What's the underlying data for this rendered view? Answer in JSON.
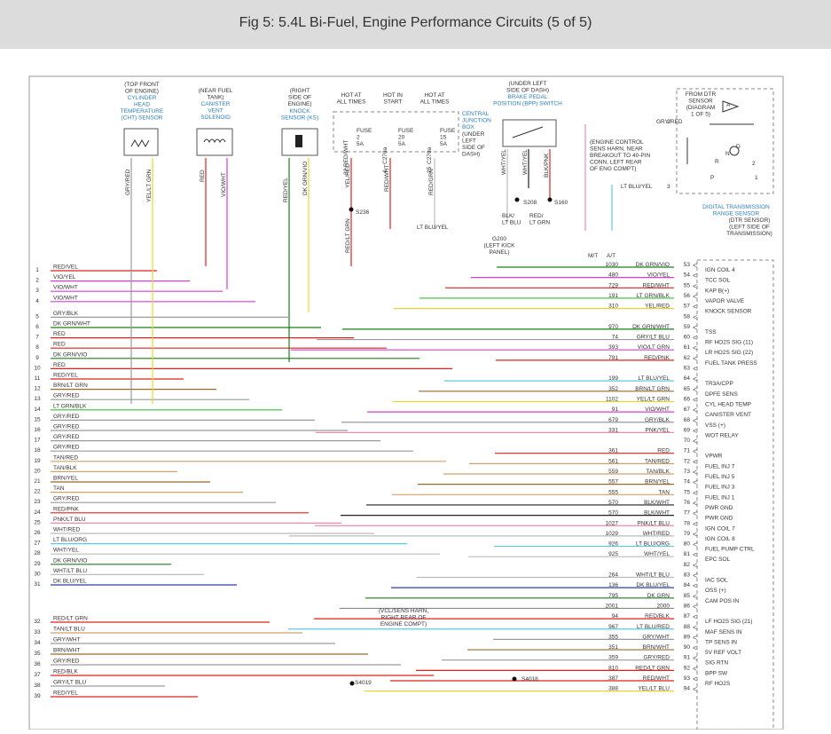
{
  "header": {
    "title": "Fig 5: 5.4L Bi-Fuel, Engine Performance Circuits (5 of 5)"
  },
  "components": {
    "cht": {
      "loc": [
        "(TOP FRONT",
        "OF ENGINE)"
      ],
      "name": [
        "CYLINDER",
        "HEAD",
        "TEMPERATURE",
        "(CHT) SENSOR"
      ]
    },
    "canister": {
      "loc": [
        "(NEAR FUEL",
        "TANK)"
      ],
      "name": [
        "CANISTER",
        "VENT",
        "SOLENOID"
      ]
    },
    "knock": {
      "loc": [
        "(RIGHT",
        "SIDE OF",
        "ENGINE)"
      ],
      "name": [
        "KNOCK",
        "SENSOR (KS)"
      ]
    },
    "hot1": [
      "HOT AT",
      "ALL TIMES"
    ],
    "hot2": [
      "HOT IN",
      "START"
    ],
    "hot3": [
      "HOT AT",
      "ALL TIMES"
    ],
    "fuse1": [
      "FUSE",
      "2",
      "5A"
    ],
    "fuse2": [
      "FUSE",
      "20",
      "5A"
    ],
    "fuse3": [
      "FUSE",
      "15",
      "5A"
    ],
    "cjb": {
      "name": [
        "CENTRAL",
        "JUNCTION",
        "BOX"
      ],
      "loc": [
        "(UNDER",
        "LEFT",
        "SIDE OF",
        "DASH)"
      ]
    },
    "bpp": {
      "loc": [
        "(UNDER LEFT",
        "SIDE OF DASH)"
      ],
      "name": [
        "BRAKE PEDAL",
        "POSITION (BPP) SWITCH"
      ]
    },
    "dtr_from": [
      "FROM DTR",
      "SENSOR",
      "(DIAGRAM",
      "1 OF 5)"
    ],
    "dtr": {
      "name": [
        "DIGITAL TRANSMISSION",
        "RANGE SENSOR"
      ],
      "loc": [
        "(DTR SENSOR)",
        "(LEFT SIDE OF",
        "TRANSMISSION)"
      ]
    },
    "ecs_note": [
      "(ENGINE CONTROL",
      "SENS HARN, NEAR",
      "BREAKOUT TO 40-PIN",
      "CONN, LEFT REAR",
      "OF ENG COMPT)"
    ],
    "g200": [
      "G200",
      "(LEFT KICK",
      "PANEL)"
    ],
    "vcl_note": [
      "(VCL/SENS HARN,",
      "RIGHT REAR OF",
      "ENGINE COMPT)"
    ]
  },
  "top_labels": {
    "gry_red_dtr": "GRY/RED",
    "lt_blu_yel_dtr": "LT BLU/YEL",
    "lt_blu_yel_mid": "LT BLU/YEL",
    "pin2": "2",
    "pin3": "3",
    "blk_lt_blu": [
      "BLK/",
      "LT BLU"
    ],
    "red_lt_grn": [
      "RED/",
      "LT GRN"
    ],
    "mt": "M/T",
    "at": "A/T",
    "s236": "S236",
    "s208": "S208",
    "s160": "S160",
    "s4019": "S4019",
    "s4018": "S4018",
    "dtr_letters": [
      "A",
      "N",
      "D",
      "R",
      "P",
      "2",
      "1"
    ]
  },
  "vertical_labels": [
    {
      "text": "GRY/RED"
    },
    {
      "text": "YEL/LT GRN"
    },
    {
      "text": "RED"
    },
    {
      "text": "VIO/WHT"
    },
    {
      "text": "RED/YEL"
    },
    {
      "text": "DK GRN/VIO"
    },
    {
      "text": "YEL/RED"
    },
    {
      "text": "RED/WHT"
    },
    {
      "text": "RED/GRN"
    },
    {
      "text": "WHT/YEL"
    },
    {
      "text": "WHT/YEL"
    },
    {
      "text": "BLK/PNK"
    },
    {
      "text": "RED/LT GRN"
    },
    {
      "text": "RED/WHT"
    },
    {
      "text": "32"
    },
    {
      "text": "C270a"
    },
    {
      "text": "4"
    },
    {
      "text": "C270a"
    },
    {
      "text": "25"
    },
    {
      "text": "C270a"
    }
  ],
  "left_wires": [
    {
      "num": "1",
      "label": "RED/VEL"
    },
    {
      "num": "2",
      "label": "VIO/YEL"
    },
    {
      "num": "3",
      "label": "VIO/WHT"
    },
    {
      "num": "4",
      "label": "VIO/WHT"
    },
    {
      "num": "5",
      "label": "GRY/BLK"
    },
    {
      "num": "6",
      "label": "DK GRN/WHT"
    },
    {
      "num": "7",
      "label": "RED"
    },
    {
      "num": "8",
      "label": "RED"
    },
    {
      "num": "9",
      "label": "DK GRN/VIO"
    },
    {
      "num": "10",
      "label": "RED"
    },
    {
      "num": "11",
      "label": "RED/YEL"
    },
    {
      "num": "12",
      "label": "BRN/LT GRN"
    },
    {
      "num": "13",
      "label": "GRY/RED"
    },
    {
      "num": "14",
      "label": "LT GRN/BLK"
    },
    {
      "num": "15",
      "label": "GRY/RED"
    },
    {
      "num": "16",
      "label": "GRY/RED"
    },
    {
      "num": "17",
      "label": "GRY/RED"
    },
    {
      "num": "18",
      "label": "GRY/RED"
    },
    {
      "num": "19",
      "label": "TAN/RED"
    },
    {
      "num": "20",
      "label": "TAN/BLK"
    },
    {
      "num": "21",
      "label": "BRN/YEL"
    },
    {
      "num": "22",
      "label": "TAN"
    },
    {
      "num": "23",
      "label": "GRY/RED"
    },
    {
      "num": "24",
      "label": "RED/PNK"
    },
    {
      "num": "25",
      "label": "PNK/LT BLU"
    },
    {
      "num": "26",
      "label": "WHT/RED"
    },
    {
      "num": "27",
      "label": "LT BLU/ORG"
    },
    {
      "num": "28",
      "label": "WHT/YEL"
    },
    {
      "num": "29",
      "label": "DK GRN/VIO"
    },
    {
      "num": "30",
      "label": "WHT/LT BLU"
    },
    {
      "num": "31",
      "label": "DK BLU/YEL"
    },
    {
      "num": "32",
      "label": "RED/LT GRN"
    },
    {
      "num": "33",
      "label": "TAN/LT BLU"
    },
    {
      "num": "34",
      "label": "GRY/WHT"
    },
    {
      "num": "35",
      "label": "BRN/WHT"
    },
    {
      "num": "36",
      "label": "GRY/RED"
    },
    {
      "num": "37",
      "label": "RED/BLK"
    },
    {
      "num": "38",
      "label": "GRY/LT BLU"
    },
    {
      "num": "39",
      "label": "RED/YEL"
    }
  ],
  "right_rows": [
    {
      "code": "1030",
      "label": "DK GRN/VIO",
      "pin": "53",
      "func": "IGN COIL 4"
    },
    {
      "code": "480",
      "label": "VIO/YEL",
      "pin": "54",
      "func": "TCC SOL"
    },
    {
      "code": "729",
      "label": "RED/WHT",
      "pin": "55",
      "func": "KAP B(+)"
    },
    {
      "code": "191",
      "label": "LT GRN/BLK",
      "pin": "56",
      "func": "VAPOR VALVE"
    },
    {
      "code": "310",
      "label": "YEL/RED",
      "pin": "57",
      "func": "KNOCK SENSOR"
    },
    {
      "code": "",
      "label": "",
      "pin": "58",
      "func": ""
    },
    {
      "code": "970",
      "label": "DK GRN/WHT",
      "pin": "59",
      "func": "TSS"
    },
    {
      "code": "74",
      "label": "GRY/LT BLU",
      "pin": "60",
      "func": "RF HO2S SIG (11)"
    },
    {
      "code": "393",
      "label": "VIO/LT GRN",
      "pin": "61",
      "func": "LR HO2S SIG (22)"
    },
    {
      "code": "791",
      "label": "RED/PNK",
      "pin": "62",
      "func": "FUEL TANK PRESS"
    },
    {
      "code": "",
      "label": "",
      "pin": "63",
      "func": ""
    },
    {
      "code": "199",
      "label": "LT BLU/YEL",
      "pin": "64",
      "func": "TR3A/CPP"
    },
    {
      "code": "352",
      "label": "BRN/LT GRN",
      "pin": "65",
      "func": "DPFE SENS"
    },
    {
      "code": "1102",
      "label": "YEL/LT GRN",
      "pin": "66",
      "func": "CYL HEAD TEMP"
    },
    {
      "code": "91",
      "label": "VIO/WHT",
      "pin": "67",
      "func": "CANISTER VENT"
    },
    {
      "code": "679",
      "label": "GRY/BLK",
      "pin": "68",
      "func": "VSS (+)"
    },
    {
      "code": "331",
      "label": "PNK/YEL",
      "pin": "69",
      "func": "WOT RELAY"
    },
    {
      "code": "",
      "label": "",
      "pin": "70",
      "func": ""
    },
    {
      "code": "361",
      "label": "RED",
      "pin": "71",
      "func": "VPWR"
    },
    {
      "code": "561",
      "label": "TAN/RED",
      "pin": "72",
      "func": "FUEL INJ 7"
    },
    {
      "code": "559",
      "label": "TAN/BLK",
      "pin": "73",
      "func": "FUEL INJ 5"
    },
    {
      "code": "557",
      "label": "BRN/YEL",
      "pin": "74",
      "func": "FUEL INJ 3"
    },
    {
      "code": "555",
      "label": "TAN",
      "pin": "75",
      "func": "FUEL INJ 1"
    },
    {
      "code": "570",
      "label": "BLK/WHT",
      "pin": "76",
      "func": "PWR GND"
    },
    {
      "code": "570",
      "label": "BLK/WHT",
      "pin": "77",
      "func": "PWR GND"
    },
    {
      "code": "1027",
      "label": "PNK/LT BLU",
      "pin": "78",
      "func": "IGN COIL 7"
    },
    {
      "code": "1029",
      "label": "WHT/RED",
      "pin": "79",
      "func": "IGN COIL 8"
    },
    {
      "code": "926",
      "label": "LT BLU/ORG",
      "pin": "80",
      "func": "FUEL PUMP CTRL"
    },
    {
      "code": "925",
      "label": "WHT/YEL",
      "pin": "81",
      "func": "EPC SOL"
    },
    {
      "code": "",
      "label": "",
      "pin": "82",
      "func": ""
    },
    {
      "code": "264",
      "label": "WHT/LT BLU",
      "pin": "83",
      "func": "IAC SOL"
    },
    {
      "code": "136",
      "label": "DK BLU/YEL",
      "pin": "84",
      "func": "OSS (+)"
    },
    {
      "code": "795",
      "label": "DK GRN",
      "pin": "85",
      "func": "CAM POS IN"
    },
    {
      "code": "2001",
      "label": "2000",
      "pin": "86",
      "func": ""
    },
    {
      "code": "94",
      "label": "RED/BLK",
      "pin": "87",
      "func": "LF HO2S SIG (21)"
    },
    {
      "code": "967",
      "label": "LT BLU/RED",
      "pin": "88",
      "func": "MAF SENS IN"
    },
    {
      "code": "355",
      "label": "GRY/WHT",
      "pin": "89",
      "func": "TP SENS IN"
    },
    {
      "code": "351",
      "label": "BRN/WHT",
      "pin": "90",
      "func": "5V REF VOLT"
    },
    {
      "code": "359",
      "label": "GRY/RED",
      "pin": "91",
      "func": "SIG RTN"
    },
    {
      "code": "810",
      "label": "RED/LT GRN",
      "pin": "92",
      "func": "BPP SW"
    },
    {
      "code": "387",
      "label": "RED/WHT",
      "pin": "93",
      "func": "RF HO2S"
    },
    {
      "code": "388",
      "label": "YEL/LT BLU",
      "pin": "94",
      "func": ""
    }
  ]
}
